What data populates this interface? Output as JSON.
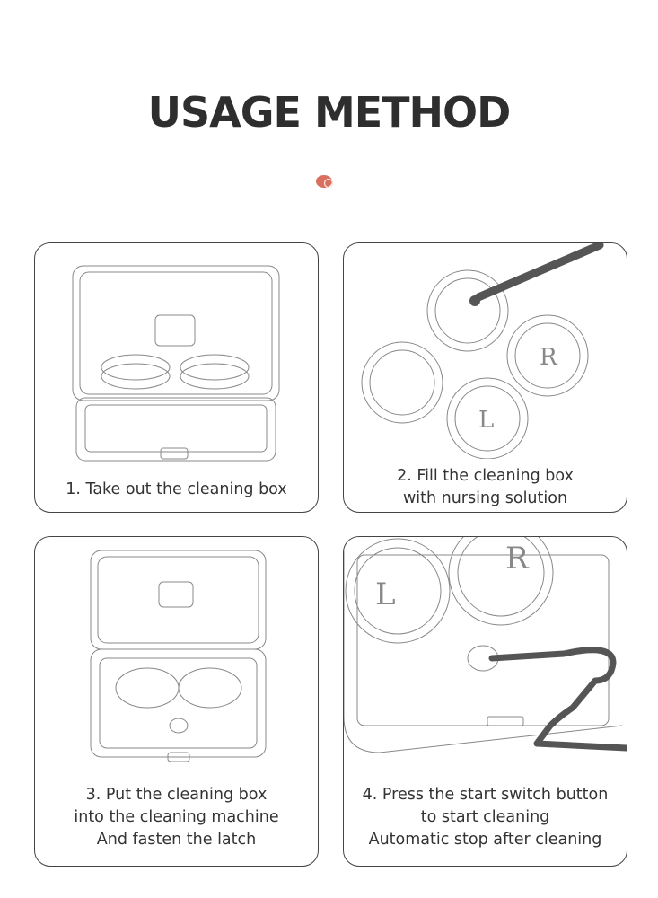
{
  "title": "USAGE METHOD",
  "accent_color": "#d9705f",
  "steps": [
    {
      "lines": [
        "1. Take out the cleaning box"
      ]
    },
    {
      "lines": [
        "2. Fill the cleaning box",
        "with nursing solution"
      ]
    },
    {
      "lines": [
        "3. Put the cleaning box",
        "into the cleaning machine",
        "And fasten the latch"
      ]
    },
    {
      "lines": [
        "4. Press the start switch button",
        "to start cleaning",
        "Automatic stop after cleaning"
      ]
    }
  ],
  "lens_labels": {
    "left": "L",
    "right": "R"
  }
}
